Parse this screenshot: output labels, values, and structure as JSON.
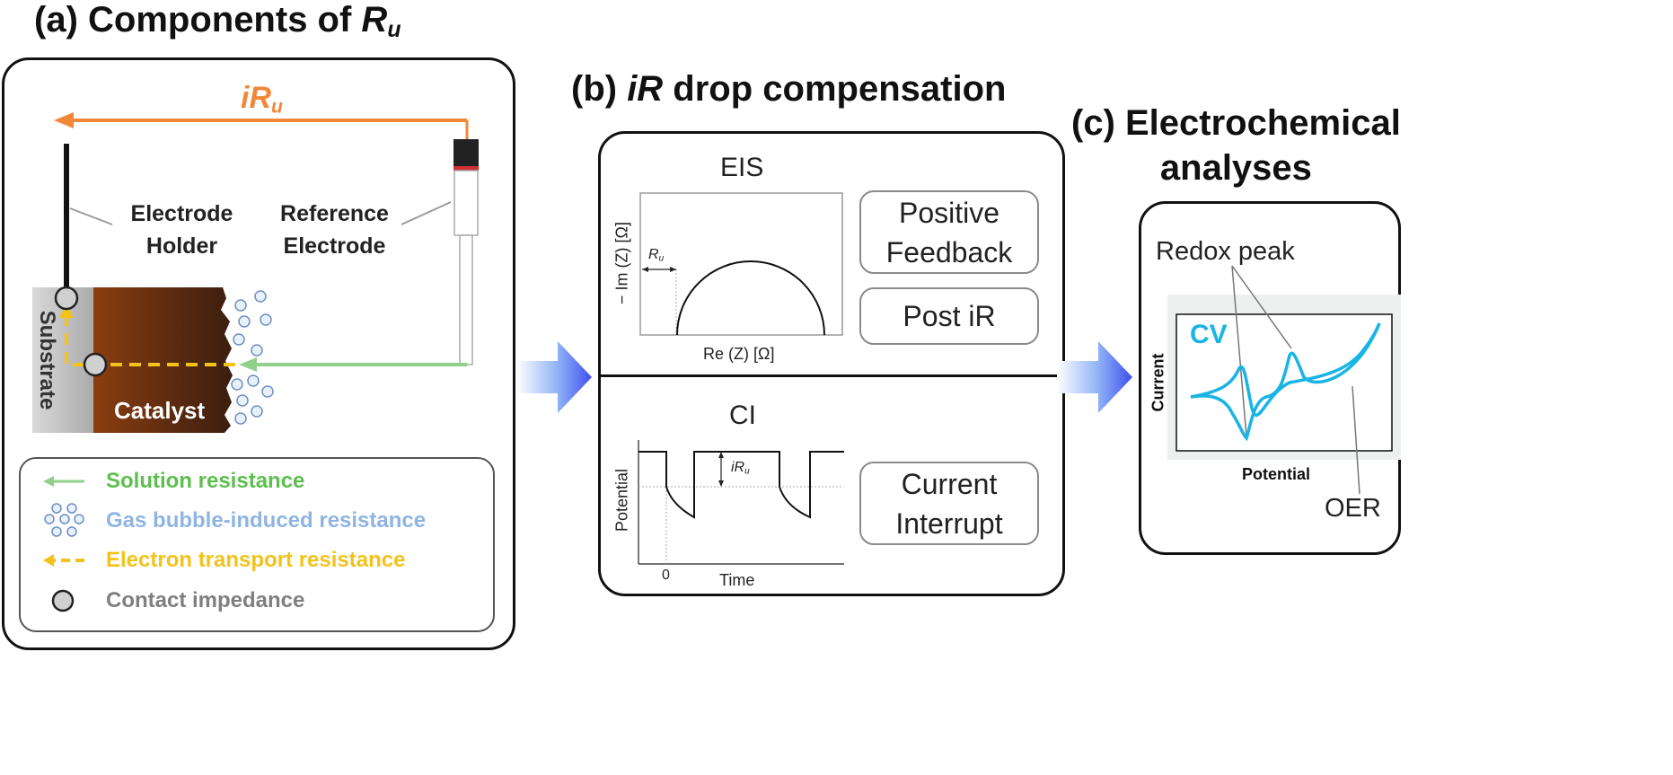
{
  "panel_a": {
    "title_prefix": "(a)  Components of ",
    "title_symbol": "R",
    "title_sub": "u",
    "arrow_label_main": "iR",
    "arrow_label_sub": "u",
    "electrode_holder_label": "Electrode Holder",
    "reference_electrode_label": "Reference Electrode",
    "substrate_label": "Substrate",
    "catalyst_label": "Catalyst",
    "legend": [
      {
        "text": "Solution resistance",
        "color": "#5cbf4e"
      },
      {
        "text": "Gas bubble-induced resistance",
        "color": "#8fb4e3"
      },
      {
        "text": "Electron transport resistance",
        "color": "#f3c21b"
      },
      {
        "text": "Contact impedance",
        "color": "#7f7f7f"
      }
    ]
  },
  "panel_b": {
    "title_prefix": "(b)  ",
    "title_italic": "iR",
    "title_rest": " drop compensation",
    "eis_title": "EIS",
    "eis_ylabel": "− Im (Z) [Ω]",
    "eis_xlabel": "Re (Z) [Ω]",
    "eis_ru_main": "R",
    "eis_ru_sub": "u",
    "ci_title": "CI",
    "ci_ylabel": "Potential",
    "ci_xlabel": "Time",
    "ci_zero": "0",
    "ci_iru_main": "iR",
    "ci_iru_sub": "u",
    "methods": {
      "positive_feedback": "Positive\nFeedback",
      "post_ir": "Post iR",
      "current_interrupt": "Current\nInterrupt"
    }
  },
  "panel_c": {
    "title": "(c)  Electrochemical\nanalyses",
    "cv_label": "CV",
    "redox_peak_label": "Redox peak",
    "ylabel": "Current",
    "xlabel": "Potential",
    "oer_label": "OER",
    "cv_color": "#19b4e6"
  },
  "colors": {
    "orange": "#f0883a",
    "blue_arrow": "#3f50ee"
  }
}
